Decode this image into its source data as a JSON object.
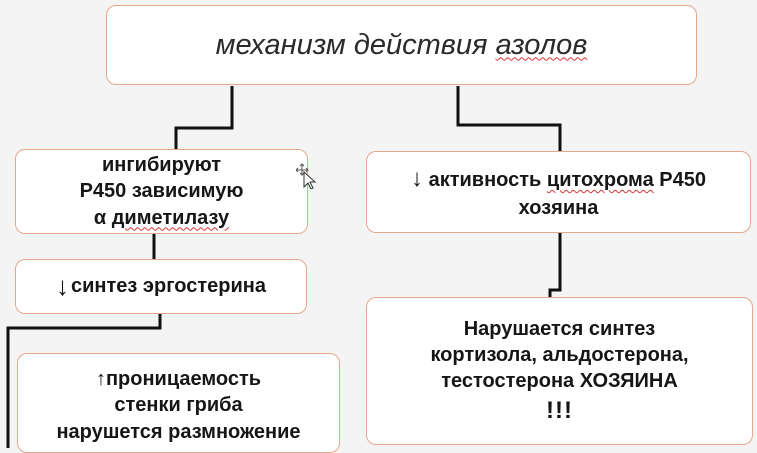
{
  "title": {
    "prefix": "механизм действия ",
    "underlined": "азолов"
  },
  "left": {
    "box1": {
      "line1": "ингибируют",
      "line2": "P450 зависимую",
      "line3_prefix": "α ",
      "line3_underlined": "диметилазу"
    },
    "box2": {
      "arrow": "↓",
      "text": " синтез эргостерина"
    },
    "box3": {
      "line1_arrow": "↑",
      "line1_text": "проницаемость",
      "line2": "стенки гриба",
      "line3": "нарушется размножение"
    }
  },
  "right": {
    "box1": {
      "arrow": "↓",
      "line1_a": " активность ",
      "line1_underlined": "цитохрома",
      "line1_b": " P450",
      "line2": "хозяина"
    },
    "box2": {
      "line1": "Нарушается синтез",
      "line2": "кортизола, альдостерона,",
      "line3": "тестостерона ХОЗЯИНА",
      "line4": "!!!"
    }
  },
  "colors": {
    "box_border": "#e2a88f",
    "connector": "#111111",
    "spellcheck": "#dd3333"
  },
  "icons": [
    "move-cursor-icon"
  ]
}
